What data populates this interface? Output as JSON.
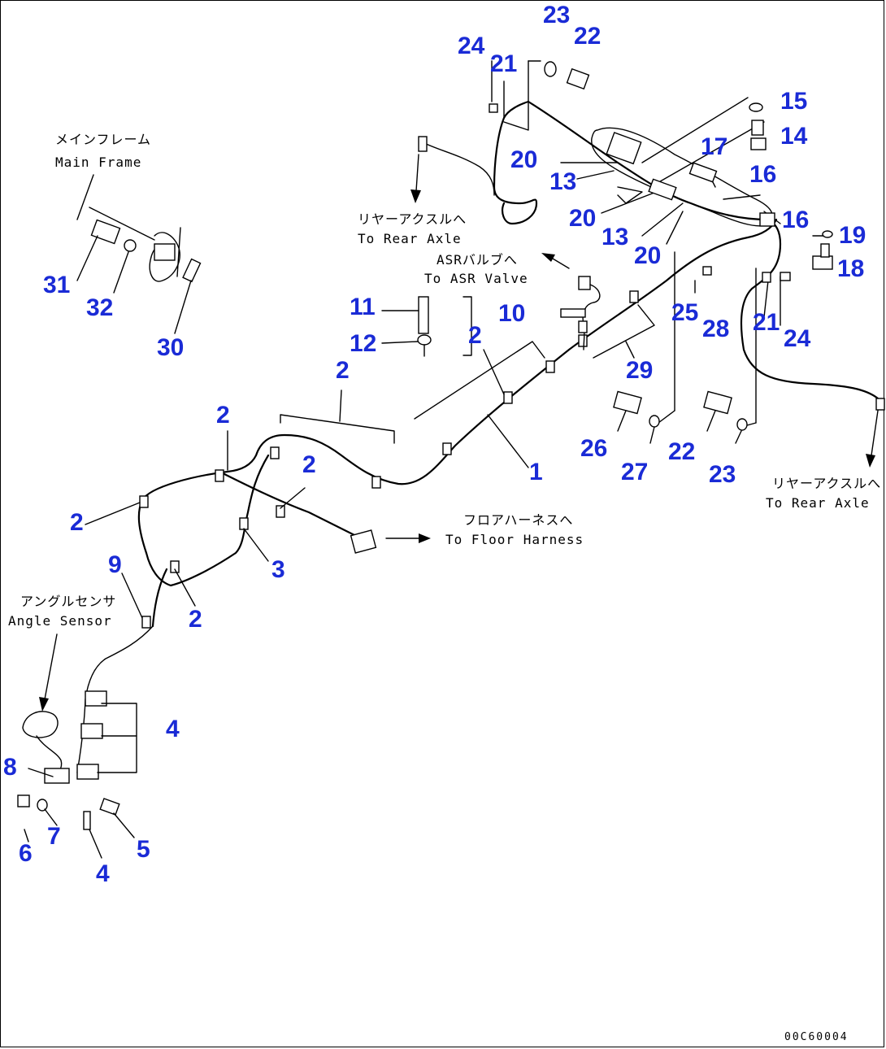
{
  "notes": {
    "main_frame_jp": "メインフレーム",
    "main_frame_en": "Main Frame",
    "rear_axle_jp_1": "リヤーアクスルへ",
    "rear_axle_en_1": "To Rear Axle",
    "asr_valve_jp": "ASRバルブへ",
    "asr_valve_en": "To ASR Valve",
    "floor_harness_jp": "フロアハーネスへ",
    "floor_harness_en": "To Floor Harness",
    "angle_sensor_jp": "アングルセンサ",
    "angle_sensor_en": "Angle Sensor",
    "rear_axle_jp_2": "リヤーアクスルへ",
    "rear_axle_en_2": "To Rear Axle"
  },
  "callouts": {
    "c23a": "23",
    "c22a": "22",
    "c24a": "24",
    "c21a": "21",
    "c15": "15",
    "c14": "14",
    "c17": "17",
    "c20a": "20",
    "c13a": "13",
    "c16a": "16",
    "c20b": "20",
    "c13b": "13",
    "c16b": "16",
    "c19": "19",
    "c20c": "20",
    "c18": "18",
    "c31": "31",
    "c32": "32",
    "c30": "30",
    "c11": "11",
    "c10": "10",
    "c25": "25",
    "c28": "28",
    "c21b": "21",
    "c24b": "24",
    "c12": "12",
    "c2a": "2",
    "c29": "29",
    "c2b": "2",
    "c2c": "2",
    "c26": "26",
    "c22b": "22",
    "c27": "27",
    "c23b": "23",
    "c1": "1",
    "c2d": "2",
    "c2e": "2",
    "c3": "3",
    "c9": "9",
    "c2f": "2",
    "c4a": "4",
    "c8": "8",
    "c7": "7",
    "c5": "5",
    "c6": "6",
    "c4b": "4"
  },
  "drawing_code": "00C60004"
}
